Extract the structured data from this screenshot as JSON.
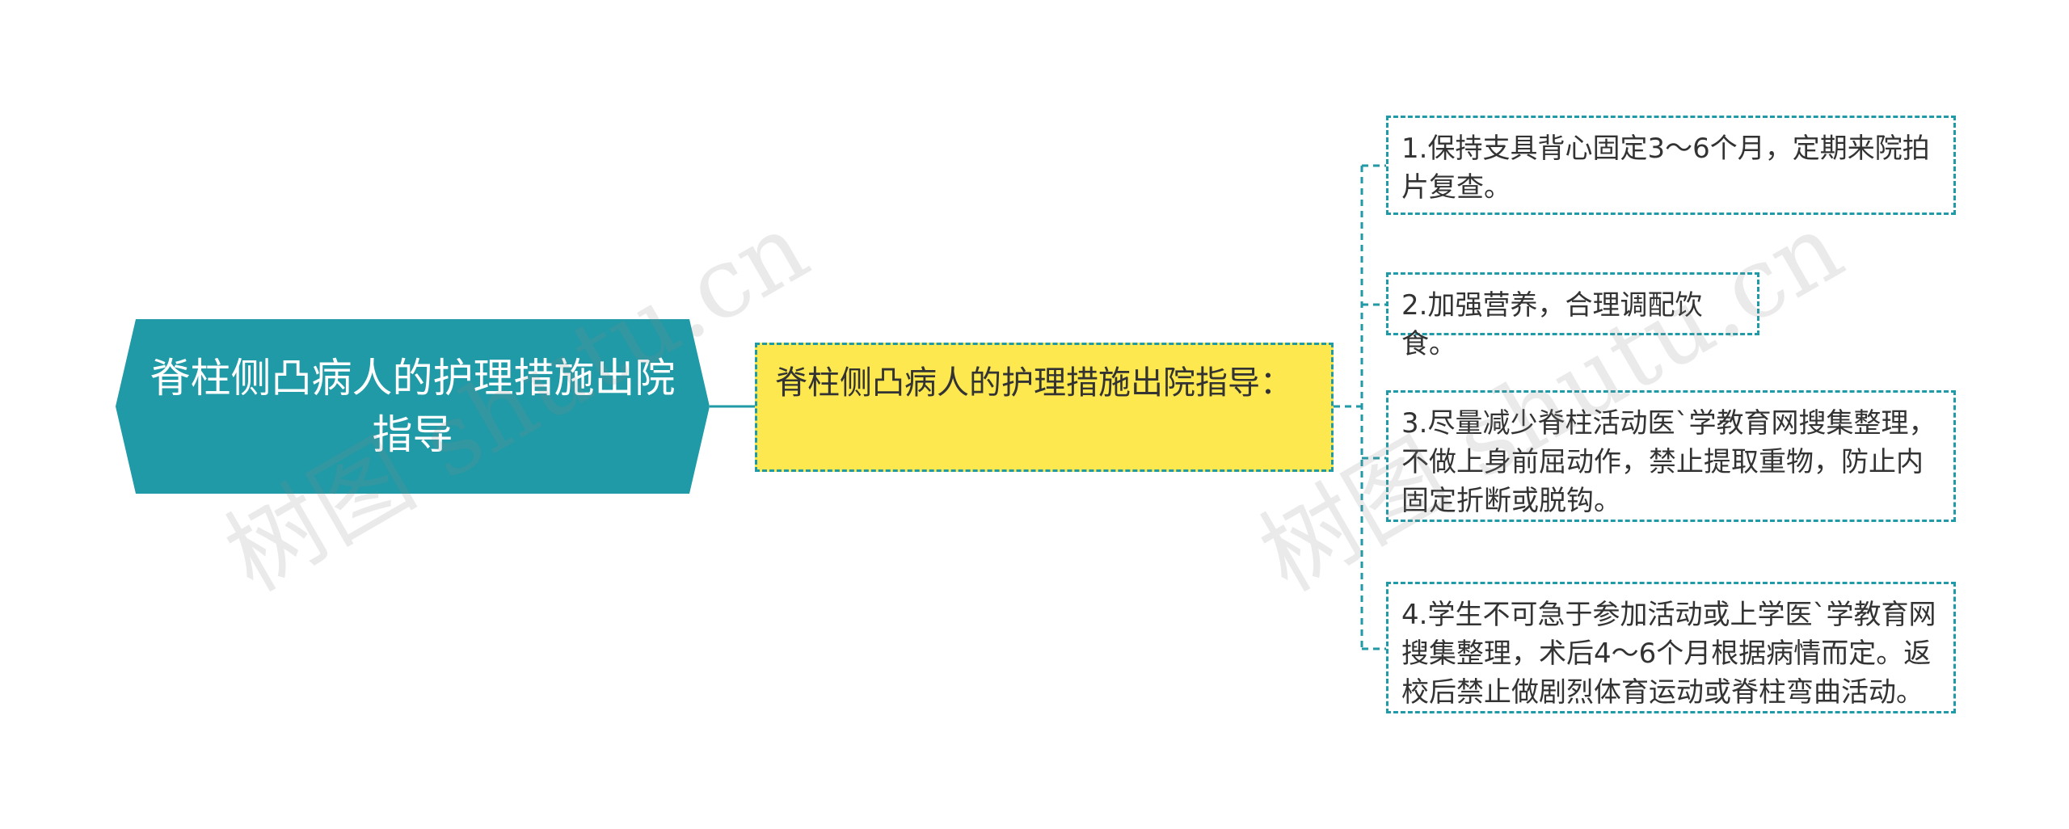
{
  "root": {
    "label": "脊柱侧凸病人的护理措施出院指导",
    "color": "#1f9aa6"
  },
  "branch": {
    "label": "脊柱侧凸病人的护理措施出院指导：",
    "color": "#fde94f"
  },
  "leaves": [
    {
      "label": "1.保持支具背心固定3～6个月，定期来院拍片复查。"
    },
    {
      "label": "2.加强营养，合理调配饮食。"
    },
    {
      "label": "3.尽量减少脊柱活动医`学教育网搜集整理，不做上身前屈动作，禁止提取重物，防止内固定折断或脱钩。"
    },
    {
      "label": "4.学生不可急于参加活动或上学医`学教育网搜集整理，术后4～6个月根据病情而定。返校后禁止做剧烈体育运动或脊柱弯曲活动。"
    }
  ],
  "watermarks": [
    "树图 shutu.cn",
    "树图 shutu.cn"
  ],
  "connector_color": "#1f9aa6"
}
